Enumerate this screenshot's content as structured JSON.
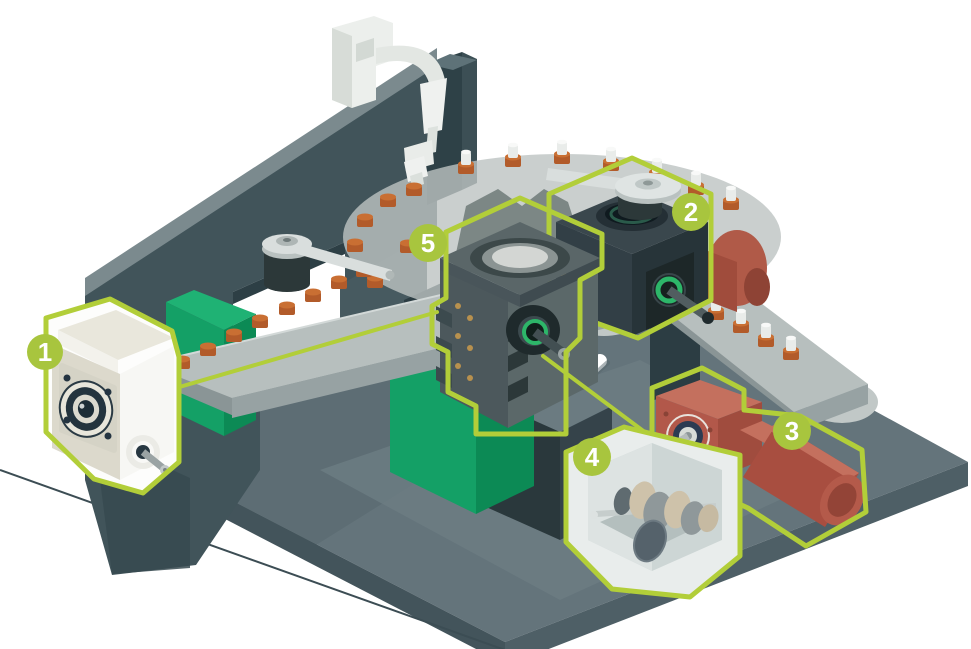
{
  "figure": {
    "description": "Isometric illustration of an automated rotary-table assembly machine with five drive components highlighted in lime green",
    "background": "#ffffff"
  },
  "callouts": [
    {
      "label": "1",
      "component": "white-worm-gearbox"
    },
    {
      "label": "2",
      "component": "dark-indexing-gearbox"
    },
    {
      "label": "3",
      "component": "red-gearmotor"
    },
    {
      "label": "4",
      "component": "cutaway-cam-gearbox"
    },
    {
      "label": "5",
      "component": "central-rotary-indexer"
    }
  ],
  "palette": {
    "accent_lime": "#b2ce39",
    "badge_green": "#a8c53e",
    "slate_wall": "#41545a",
    "slate_column": "#2e4147",
    "platform_gray": "#64747b",
    "emerald_block": "#14a066",
    "puck_orange": "#b25b2a",
    "motor_red": "#a84e40",
    "indexer_dark": "#323f46",
    "green_ring": "#2db669",
    "white_unit": "#f3f3ef",
    "conveyor_gray": "#b7bfbe"
  }
}
